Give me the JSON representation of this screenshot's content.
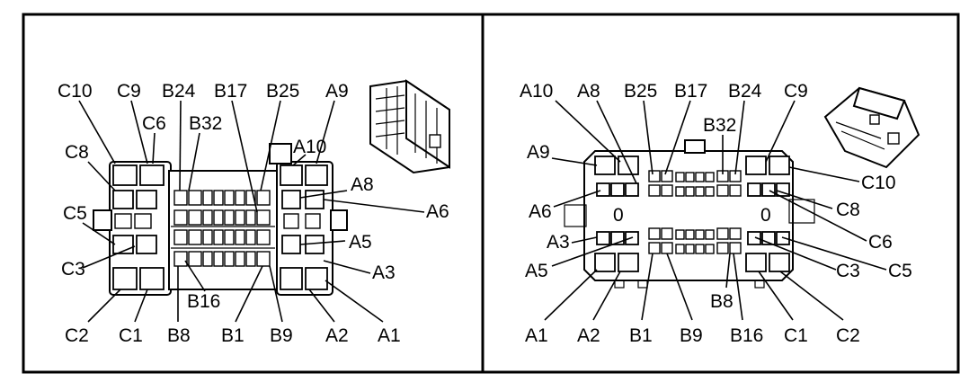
{
  "left_view": {
    "labels": {
      "c10": "C10",
      "c9": "C9",
      "b24": "B24",
      "b17": "B17",
      "b25": "B25",
      "a9": "A9",
      "c6": "C6",
      "b32": "B32",
      "a10": "A10",
      "c8": "C8",
      "a8": "A8",
      "c5": "C5",
      "a6": "A6",
      "a5": "A5",
      "c3": "C3",
      "a3": "A3",
      "b16": "B16",
      "c2": "C2",
      "c1": "C1",
      "b8": "B8",
      "b1": "B1",
      "b9": "B9",
      "a2": "A2",
      "a1": "A1"
    }
  },
  "right_view": {
    "labels": {
      "a10": "A10",
      "a8": "A8",
      "b25": "B25",
      "b17": "B17",
      "b24": "B24",
      "c9": "C9",
      "b32": "B32",
      "a9": "A9",
      "c10": "C10",
      "a6": "A6",
      "c8": "C8",
      "zero_left": "0",
      "zero_right": "0",
      "c6": "C6",
      "a3": "A3",
      "a5": "A5",
      "c3": "C3",
      "c5": "C5",
      "b8": "B8",
      "a1": "A1",
      "a2": "A2",
      "b1": "B1",
      "b9": "B9",
      "b16": "B16",
      "c1": "C1",
      "c2": "C2"
    }
  }
}
